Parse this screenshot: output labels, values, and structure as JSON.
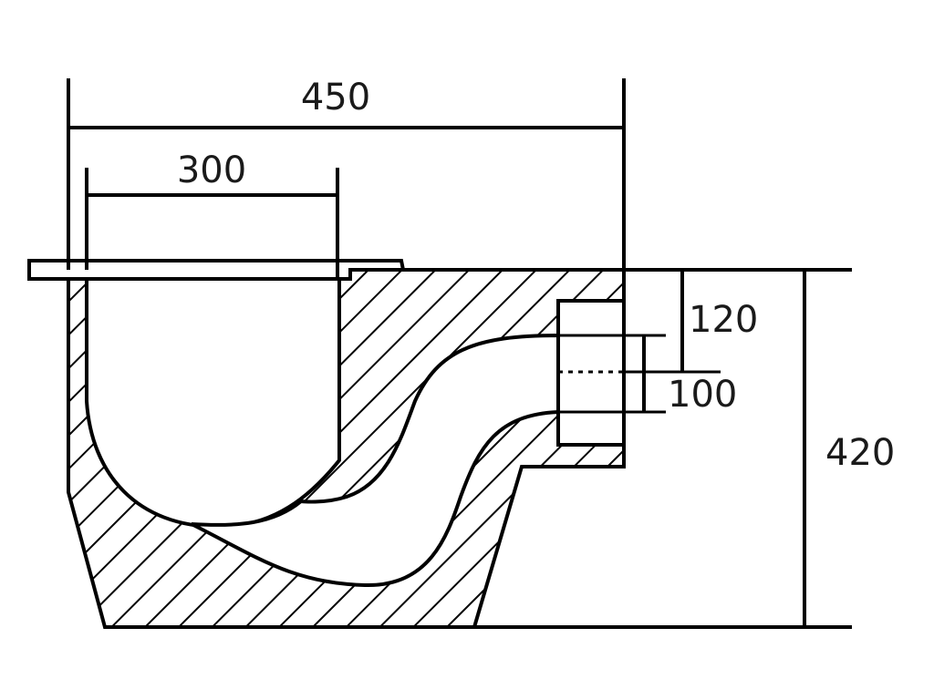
{
  "dimensions": {
    "overall_width": "450",
    "bowl_width": "300",
    "outlet_height": "120",
    "outlet_diameter": "100",
    "overall_height": "420"
  },
  "colors": {
    "ink": "#000000",
    "text": "#1a1a1a",
    "background": "#ffffff"
  }
}
